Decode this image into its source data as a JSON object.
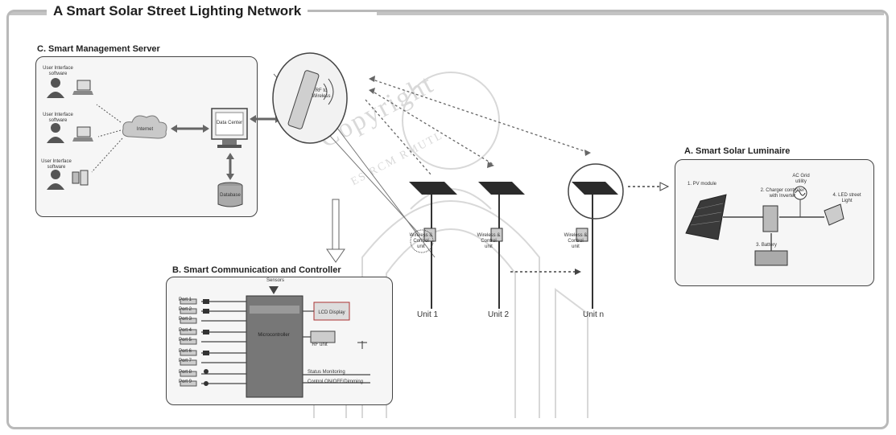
{
  "figure_title": "A Smart Solar Street Lighting Network",
  "watermark": {
    "line1": "Copyright",
    "line2": "ES RCM RMUTL"
  },
  "server": {
    "title": "C. Smart Management Server",
    "users": [
      "User Interface software",
      "User Interface software",
      "User Interface software"
    ],
    "internet": "Internet",
    "data_center": "Data Center",
    "database": "Database"
  },
  "gateway": {
    "label": "RF to Wireless"
  },
  "controller": {
    "title": "B. Smart Communication and Controller",
    "core_label": "Microcontroller",
    "top_label": "Sensors",
    "display_label": "LCD Display",
    "rf_label": "RF unit",
    "left_ports": [
      "Port 1",
      "Port 2",
      "Port 3",
      "Port 4",
      "Port 5",
      "Port 6",
      "Port 7",
      "Port 8",
      "Port 9"
    ],
    "out1": "Status Monitoring",
    "out2": "Control ON/OFF/Dimming"
  },
  "units": [
    "Unit 1",
    "Unit 2",
    "Unit n"
  ],
  "pole_box_label": "Wireless & Control unit",
  "luminaire": {
    "title": "A. Smart Solar Luminaire",
    "pv": "1. PV module",
    "charger": "2. Charger controller with Inverter",
    "battery": "3. Battery",
    "led": "4. LED street Light",
    "grid": "AC Grid utility"
  }
}
